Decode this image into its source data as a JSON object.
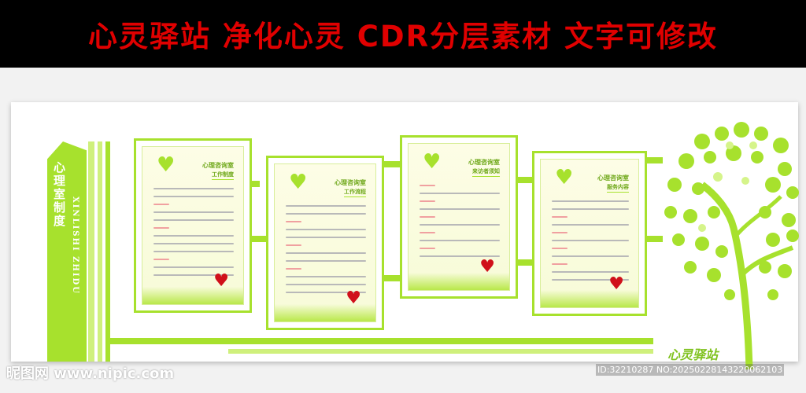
{
  "banner": {
    "title": "心灵驿站 净化心灵 CDR分层素材 文字可修改"
  },
  "side": {
    "title": "心理室制度",
    "roman": "XINLISHI ZHIDU"
  },
  "panels": [
    {
      "title": "心理咨询室",
      "subtitle": "工作制度"
    },
    {
      "title": "心理咨询室",
      "subtitle": "工作流程"
    },
    {
      "title": "心理咨询室",
      "subtitle": "来访者须知"
    },
    {
      "title": "心理咨询室",
      "subtitle": "服务内容"
    }
  ],
  "brand": {
    "text": "心灵驿站"
  },
  "watermark": {
    "left": "昵图网 www.nipic.com",
    "id": "ID:32210287 NO:20250228143220062103"
  },
  "colors": {
    "accent": "#a7e12d",
    "banner_bg": "#000000",
    "banner_text": "#e00000",
    "heart": "#d0101a"
  }
}
